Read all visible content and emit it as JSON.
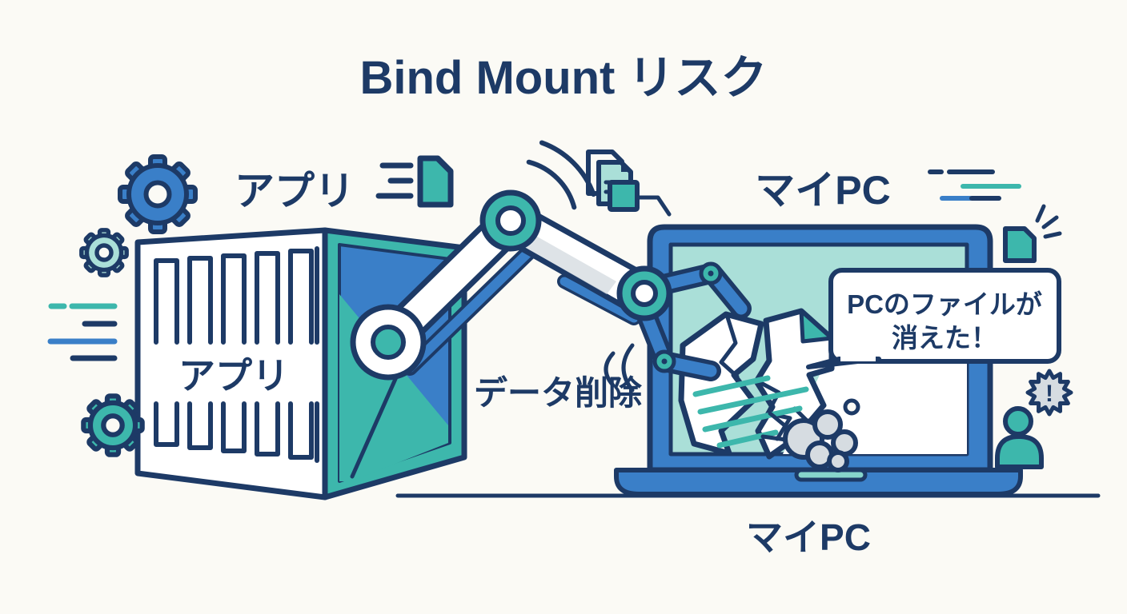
{
  "title": "Bind Mount リスク",
  "container": {
    "label_above": "アプリ",
    "label_on": "アプリ"
  },
  "laptop": {
    "label_above": "マイPC",
    "label_below": "マイPC"
  },
  "action_label": "データ削除",
  "speech_bubble": {
    "line1": "PCのファイルが",
    "line2": "消えた！"
  },
  "alert": {
    "mark": "!"
  },
  "icons": {
    "gear_large": "gear",
    "gear_small": "gear",
    "gear_bottom": "gear",
    "speeding_document": "document-with-speed-lines",
    "flying_documents": "document-stack",
    "sparkle_document": "document-with-sparkle",
    "torn_document": "torn-document",
    "dust_cloud": "dust-cloud",
    "robot_arm": "robot-arm-claw",
    "person": "person-silhouette",
    "alert_burst": "exclamation-burst"
  },
  "colors": {
    "navy": "#1d3a66",
    "blue": "#3a7fc8",
    "teal": "#3db7ac",
    "mint": "#aadfd8",
    "trackpad": "#86d4cb",
    "gray": "#d6dce1",
    "bg": "#fbfaf5"
  }
}
